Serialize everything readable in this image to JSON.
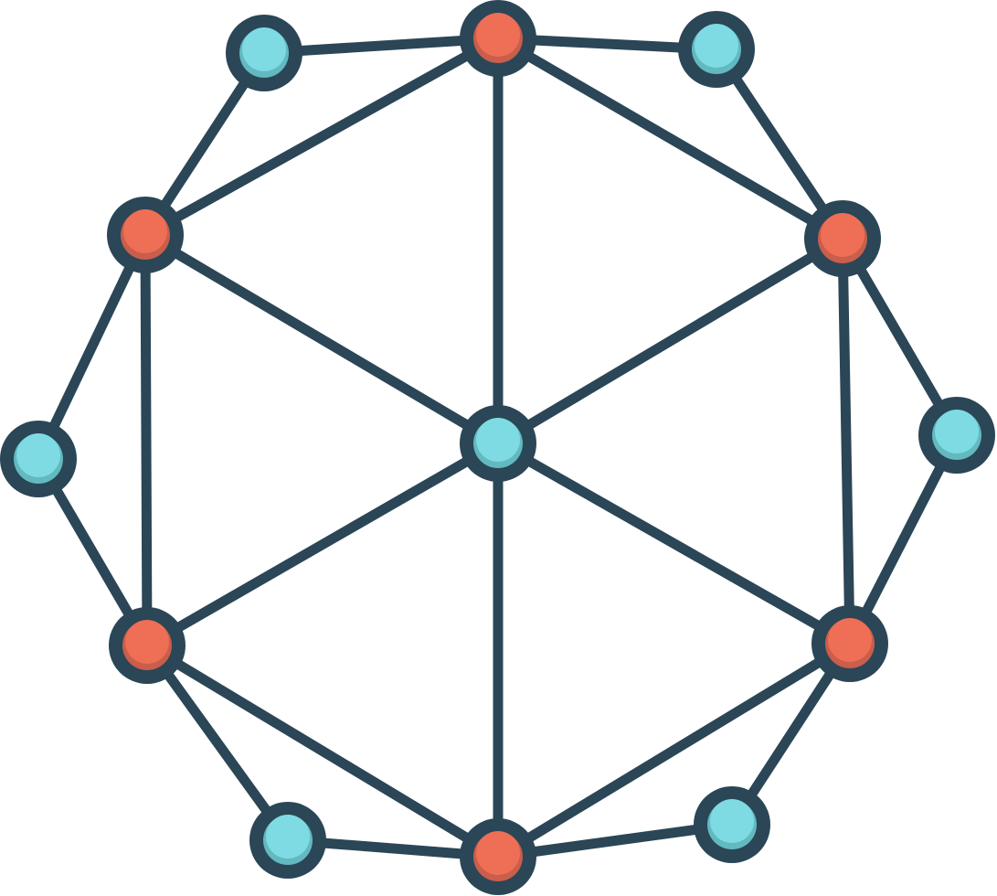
{
  "palette": {
    "outline": "#2b4656",
    "red_fill": "#ee6f55",
    "red_shade": "#c85e4b",
    "blue_fill": "#7fdbe3",
    "blue_shade": "#62b9bf",
    "background": "#ffffff"
  },
  "nodes": [
    {
      "id": "center",
      "color": "blue",
      "role": "hub"
    },
    {
      "id": "top",
      "color": "red",
      "role": "hexagon-vertex"
    },
    {
      "id": "upper-right",
      "color": "red",
      "role": "hexagon-vertex"
    },
    {
      "id": "lower-right",
      "color": "red",
      "role": "hexagon-vertex"
    },
    {
      "id": "bottom",
      "color": "red",
      "role": "hexagon-vertex"
    },
    {
      "id": "lower-left",
      "color": "red",
      "role": "hexagon-vertex"
    },
    {
      "id": "upper-left",
      "color": "red",
      "role": "hexagon-vertex"
    },
    {
      "id": "outer-top-left",
      "color": "blue",
      "role": "outer"
    },
    {
      "id": "outer-top-right",
      "color": "blue",
      "role": "outer"
    },
    {
      "id": "outer-right",
      "color": "blue",
      "role": "outer"
    },
    {
      "id": "outer-bottom-right",
      "color": "blue",
      "role": "outer"
    },
    {
      "id": "outer-bottom-left",
      "color": "blue",
      "role": "outer"
    },
    {
      "id": "outer-left",
      "color": "blue",
      "role": "outer"
    }
  ],
  "edges": [
    [
      "center",
      "top"
    ],
    [
      "center",
      "upper-right"
    ],
    [
      "center",
      "lower-right"
    ],
    [
      "center",
      "bottom"
    ],
    [
      "center",
      "lower-left"
    ],
    [
      "center",
      "upper-left"
    ],
    [
      "top",
      "upper-right"
    ],
    [
      "upper-right",
      "lower-right"
    ],
    [
      "lower-right",
      "bottom"
    ],
    [
      "bottom",
      "lower-left"
    ],
    [
      "lower-left",
      "upper-left"
    ],
    [
      "upper-left",
      "top"
    ],
    [
      "outer-top-left",
      "top"
    ],
    [
      "outer-top-left",
      "upper-left"
    ],
    [
      "outer-top-right",
      "top"
    ],
    [
      "outer-top-right",
      "upper-right"
    ],
    [
      "outer-right",
      "upper-right"
    ],
    [
      "outer-right",
      "lower-right"
    ],
    [
      "outer-bottom-right",
      "lower-right"
    ],
    [
      "outer-bottom-right",
      "bottom"
    ],
    [
      "outer-bottom-left",
      "bottom"
    ],
    [
      "outer-bottom-left",
      "lower-left"
    ],
    [
      "outer-left",
      "upper-left"
    ],
    [
      "outer-left",
      "lower-left"
    ]
  ]
}
